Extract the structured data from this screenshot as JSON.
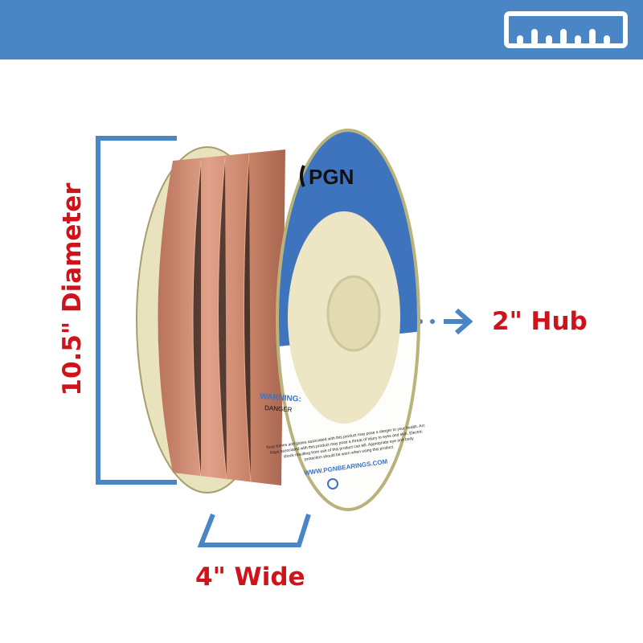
{
  "header": {
    "icon": "ruler-icon",
    "color": "#4a86c5"
  },
  "labels": {
    "diameter": "10.5\" Diameter",
    "hub": "2\" Hub",
    "width": "4\" Wide",
    "label_color": "#d0121b",
    "bracket_color": "#4a86c5"
  },
  "spool": {
    "brand": "PGN",
    "warning_title": "WARNING:",
    "warning_level": "DANGER",
    "warning_text": [
      "Toxic fumes and gases associated with this product may pose a danger to your health. Arc",
      "Rays associated with this product may pose a threat of injury to eyes and skin. Electric",
      "shock resulting from use of this product can kill. Appropriate eye and body",
      "protection should be worn when using this product."
    ],
    "website": "WWW.PGNBEARINGS.COM"
  }
}
